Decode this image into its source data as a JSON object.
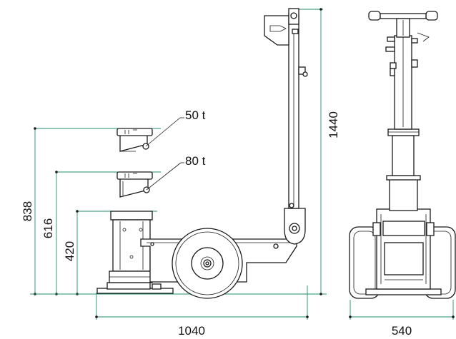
{
  "dimensions": {
    "height_838": "838",
    "height_616": "616",
    "height_420": "420",
    "height_1440": "1440",
    "length_1040": "1040",
    "width_540": "540"
  },
  "saddle_labels": {
    "upper": "50 t",
    "lower": "80 t"
  },
  "colors": {
    "outline": "#1a1a1a",
    "dimension_line": "#1f8f6a",
    "background": "#ffffff"
  }
}
